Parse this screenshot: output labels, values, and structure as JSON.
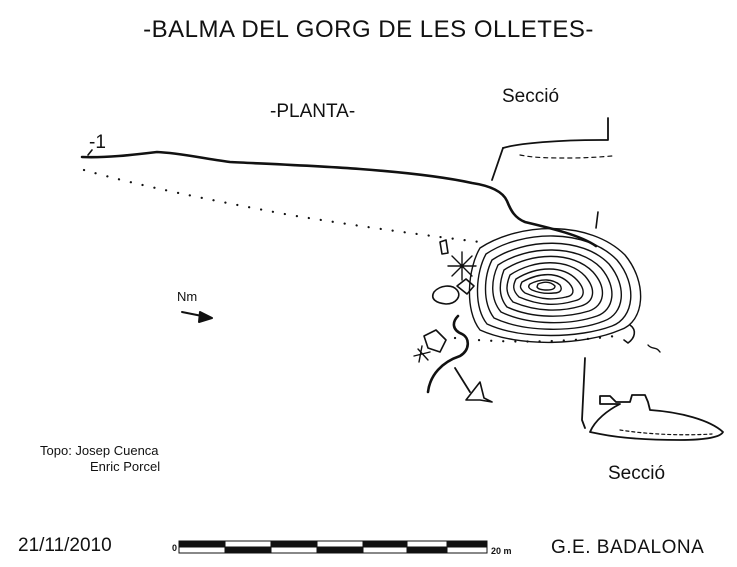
{
  "title": "-BALMA DEL GORG DE LES OLLETES-",
  "plan_label": "-PLANTA-",
  "section_label_top": "Secció",
  "section_label_bottom": "Secció",
  "station_label": "-1",
  "north_label": "Nm",
  "credits": {
    "line1": "Topo: Josep Cuenca",
    "line2": "Enric Porcel"
  },
  "date": "21/11/2010",
  "club": "G.E. BADALONA",
  "scale": {
    "start_label": "0",
    "end_label": "20 m"
  }
}
